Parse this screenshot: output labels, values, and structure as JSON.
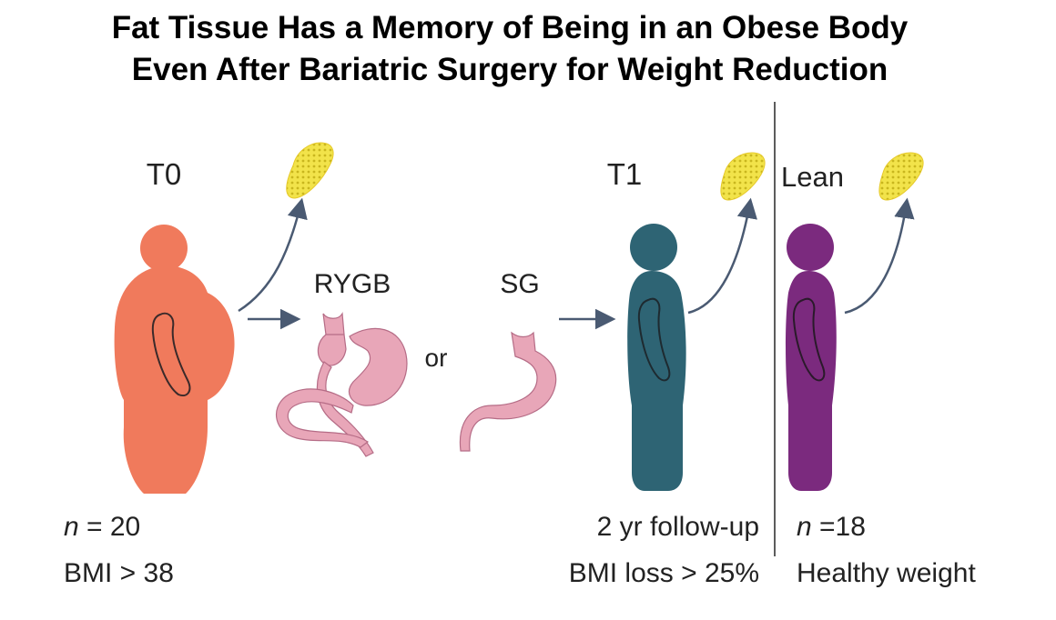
{
  "title": {
    "line1": "Fat Tissue Has a Memory of Being in an Obese Body",
    "line2": "Even After Bariatric Surgery for Weight Reduction"
  },
  "groups": {
    "t0": {
      "label": "T0",
      "n_prefix": "n",
      "n_value": " = 20",
      "bmi": "BMI > 38",
      "color": "#f07a5c"
    },
    "t1": {
      "label": "T1",
      "followup": "2 yr follow-up",
      "bmi_loss": "BMI loss > 25%",
      "color": "#2e6474"
    },
    "lean": {
      "label": "Lean",
      "n_prefix": "n",
      "n_value": " =18",
      "weight": "Healthy weight",
      "color": "#7b2a7e"
    }
  },
  "procedures": {
    "rygb": "RYGB",
    "or": "or",
    "sg": "SG",
    "stomach_color": "#e8a6b8"
  },
  "colors": {
    "arrow": "#4a5a72",
    "fat_tissue": "#f2e34a",
    "divider": "#333333"
  },
  "icons": [
    "fat-tissue-icon",
    "arrow-icon",
    "stomach-icon",
    "person-icon"
  ]
}
